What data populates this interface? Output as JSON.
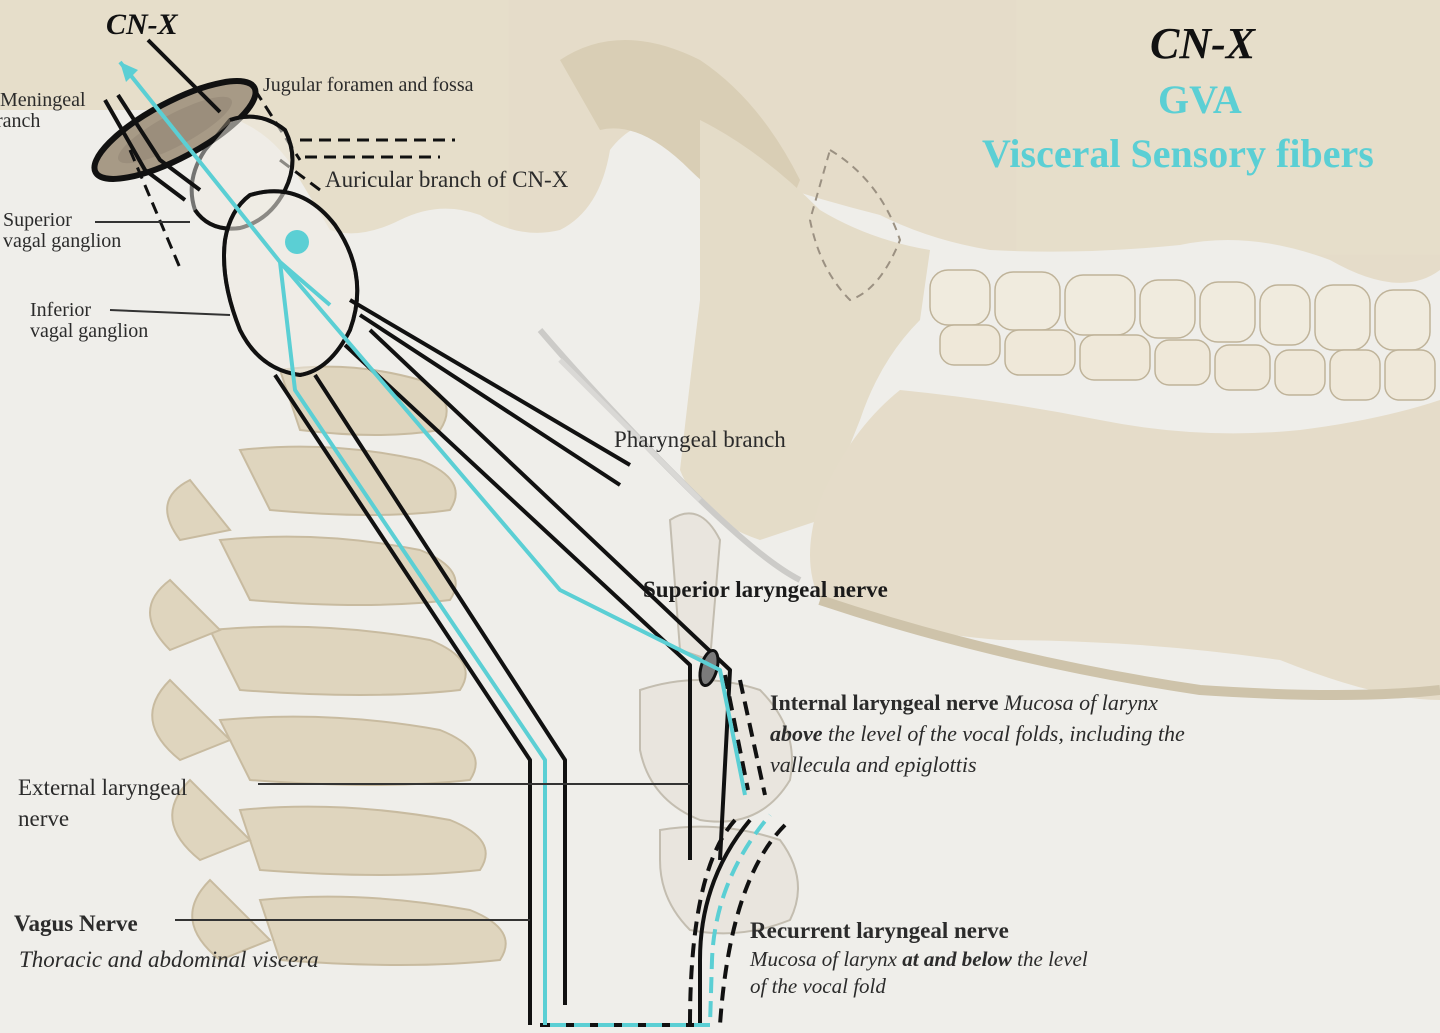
{
  "titles": {
    "cn_top": "CN-X",
    "cn_right": "CN-X",
    "gva": "GVA",
    "visceral": "Visceral Sensory fibers"
  },
  "labels": {
    "meningeal_1": "Meningeal",
    "meningeal_2": "branch",
    "jugular": "Jugular foramen and fossa",
    "auricular": "Auricular branch of CN-X",
    "superior_ganglion_1": "Superior",
    "superior_ganglion_2": "vagal ganglion",
    "inferior_ganglion_1": "Inferior",
    "inferior_ganglion_2": "vagal ganglion",
    "pharyngeal": "Pharyngeal branch",
    "superior_laryngeal": "Superior laryngeal nerve",
    "internal_laryngeal_bold": "Internal laryngeal nerve",
    "internal_laryngeal_desc_1": "Mucosa of larynx",
    "internal_laryngeal_desc_2_bold": "above",
    "internal_laryngeal_desc_2": "the level of the vocal folds, including the",
    "internal_laryngeal_desc_3": "vallecula and epiglottis",
    "external_laryngeal_1": "External laryngeal",
    "external_laryngeal_2": "nerve",
    "vagus_bold": "Vagus Nerve",
    "vagus_desc": "Thoracic and abdominal viscera",
    "recurrent_bold": "Recurrent laryngeal nerve",
    "recurrent_desc_1a": "Mucosa of  larynx",
    "recurrent_desc_1b": "at and below",
    "recurrent_desc_1c": "the level",
    "recurrent_desc_2": "of the vocal fold"
  },
  "colors": {
    "gva_cyan": "#5bcfd4",
    "nerve_outline": "#111111",
    "bone": "#ded3bc",
    "background": "#efeeea"
  }
}
